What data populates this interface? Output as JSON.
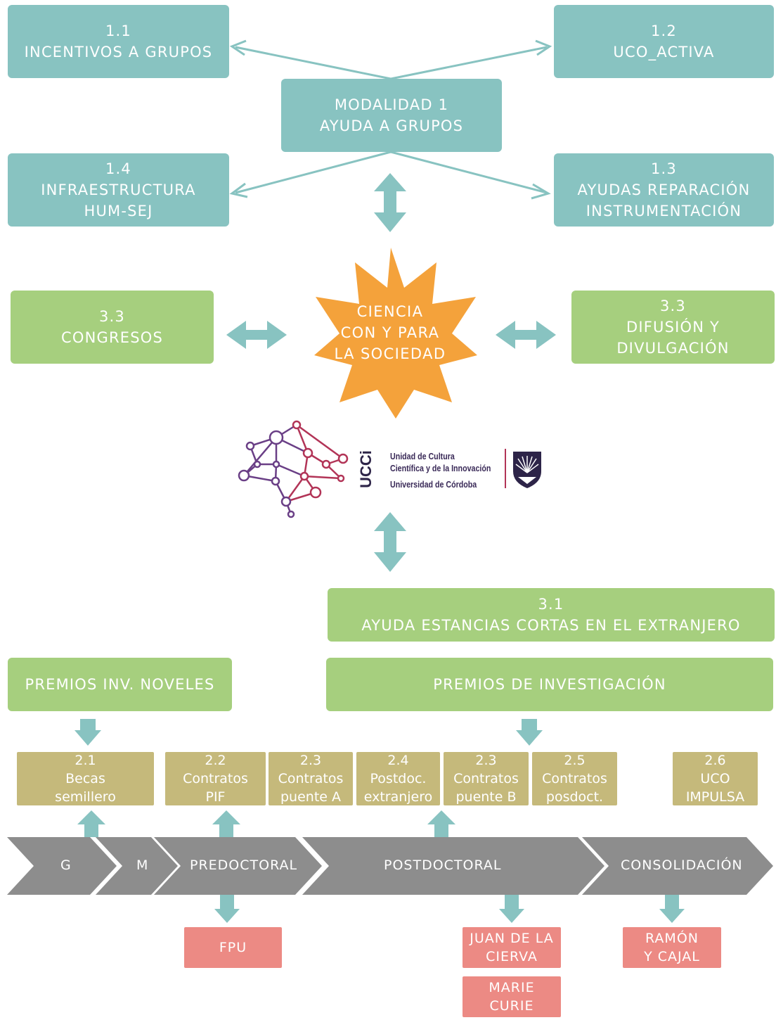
{
  "modalidad": {
    "line1": "MODALIDAD 1",
    "line2": "AYUDA A GRUPOS"
  },
  "m11": {
    "num": "1.1",
    "label": "INCENTIVOS A GRUPOS"
  },
  "m12": {
    "num": "1.2",
    "label": "UCO_ACTIVA"
  },
  "m14": {
    "num": "1.4",
    "line1": "INFRAESTRUCTURA",
    "line2": "HUM-SEJ"
  },
  "m13": {
    "num": "1.3",
    "line1": "AYUDAS REPARACIÓN",
    "line2": "INSTRUMENTACIÓN"
  },
  "congresos": {
    "num": "3.3",
    "label": "CONGRESOS"
  },
  "difusion": {
    "num": "3.3",
    "line1": "DIFUSIÓN Y",
    "line2": "DIVULGACIÓN"
  },
  "center": {
    "line1": "CIENCIA",
    "line2": "CON Y PARA",
    "line3": "LA SOCIEDAD"
  },
  "logo": {
    "acronym": "UCCi",
    "line1": "Unidad de Cultura",
    "line2": "Científica y de la Innovación",
    "line3": "Universidad de Córdoba"
  },
  "estancias": {
    "num": "3.1",
    "label": "AYUDA ESTANCIAS CORTAS EN EL EXTRANJERO"
  },
  "premios_noveles": {
    "label": "PREMIOS INV. NOVELES"
  },
  "premios_inv": {
    "label": "PREMIOS DE INVESTIGACIÓN"
  },
  "small_boxes": [
    {
      "num": "2.1",
      "line1": "Becas",
      "line2": "semillero"
    },
    {
      "num": "2.2",
      "line1": "Contratos",
      "line2": "PIF"
    },
    {
      "num": "2.3",
      "line1": "Contratos",
      "line2": "puente A"
    },
    {
      "num": "2.4",
      "line1": "Postdoc.",
      "line2": "extranjero"
    },
    {
      "num": "2.3",
      "line1": "Contratos",
      "line2": "puente B"
    },
    {
      "num": "2.5",
      "line1": "Contratos",
      "line2": "posdoct."
    },
    {
      "num": "2.6",
      "line1": "UCO",
      "line2": "IMPULSA"
    }
  ],
  "stages": {
    "g": "G",
    "m": "M",
    "pre": "PREDOCTORAL",
    "post": "POSTDOCTORAL",
    "cons": "CONSOLIDACIÓN"
  },
  "external": {
    "fpu": "FPU",
    "jdlc1": "JUAN DE LA",
    "jdlc2": "CIERVA",
    "mc1": "MARIE",
    "mc2": "CURIE",
    "ryc1": "RAMÓN",
    "ryc2": "Y CAJAL"
  },
  "colors": {
    "teal": "#88c3c1",
    "green": "#a6cf7e",
    "orange": "#f4a23b",
    "olive": "#c5b97b",
    "red": "#ec8a84",
    "grey": "#8c8c8c",
    "arrow": "#88c3c1"
  }
}
